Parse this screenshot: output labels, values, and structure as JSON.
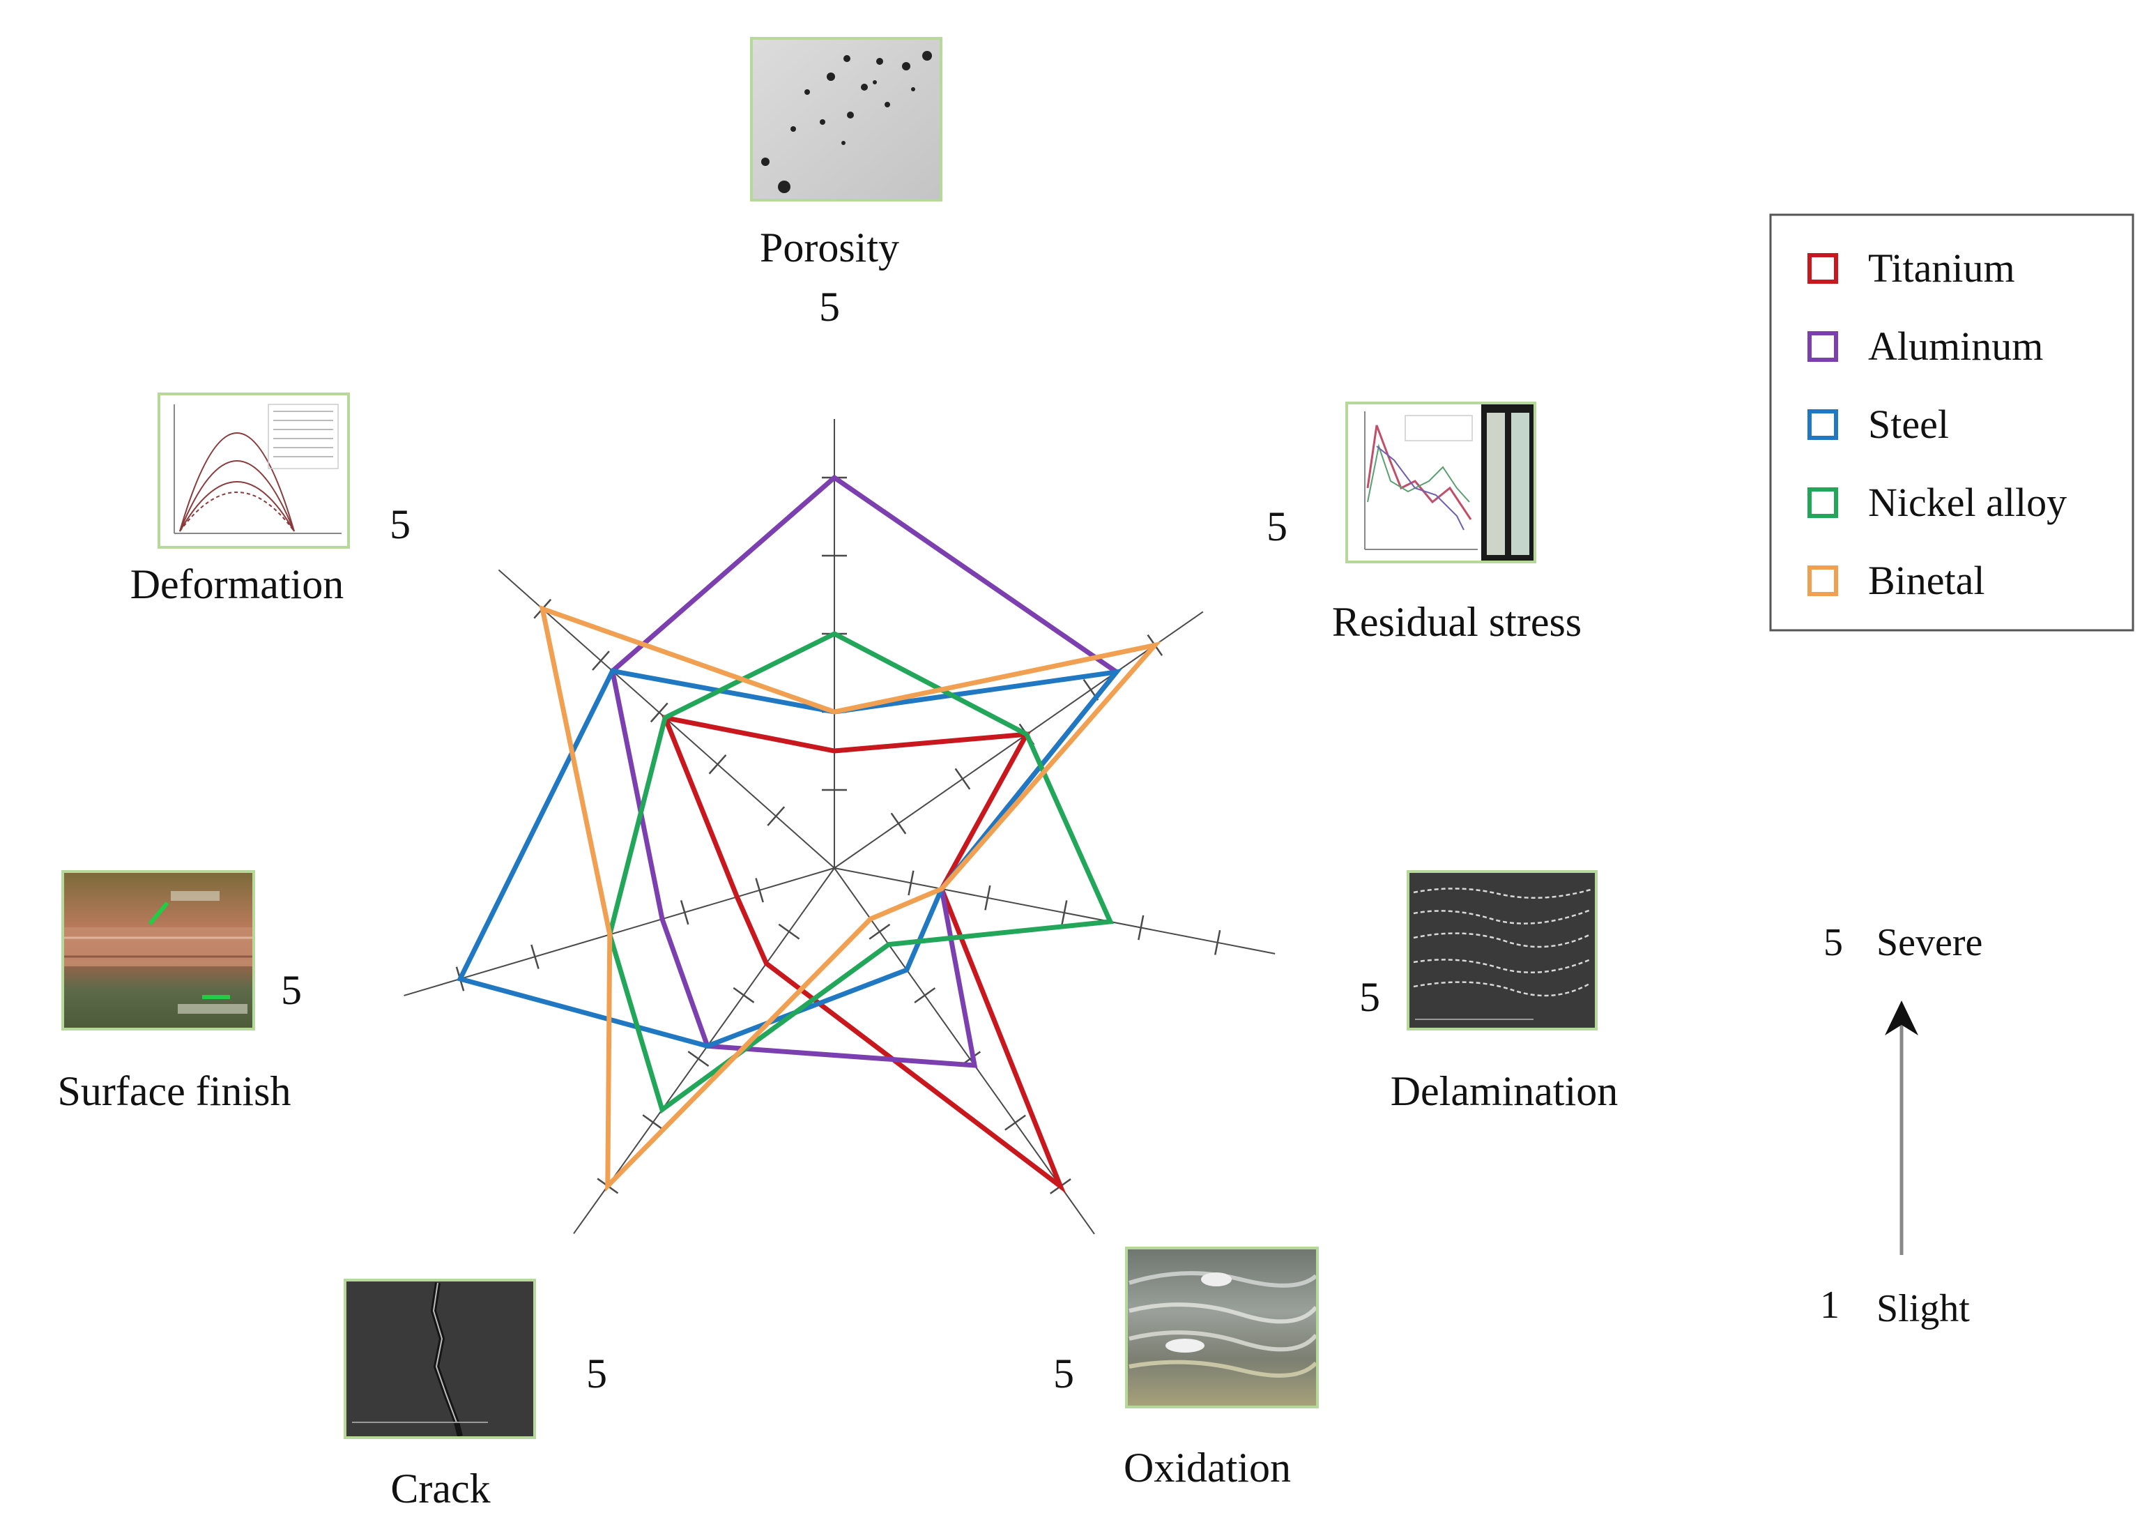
{
  "chart_data": {
    "type": "radar",
    "axes": [
      "Porosity",
      "Residual stress",
      "Delamination",
      "Oxidation",
      "Crack",
      "Surface finish",
      "Deformation"
    ],
    "axis_max_label": "5",
    "range": [
      0,
      5
    ],
    "series": [
      {
        "name": "Titanium",
        "color": "#c8181e",
        "values": [
          1.5,
          3.0,
          1.4,
          5.0,
          1.5,
          1.3,
          2.9
        ]
      },
      {
        "name": "Aluminum",
        "color": "#7b3fb0",
        "values": [
          5.0,
          4.4,
          1.4,
          3.1,
          2.8,
          2.3,
          3.8
        ]
      },
      {
        "name": "Steel",
        "color": "#1f78c1",
        "values": [
          2.0,
          4.4,
          1.4,
          1.6,
          2.8,
          5.0,
          3.8
        ]
      },
      {
        "name": "Nickel alloy",
        "color": "#22a65a",
        "values": [
          3.0,
          3.0,
          3.6,
          1.2,
          3.8,
          3.0,
          2.9
        ]
      },
      {
        "name": "Binetal",
        "color": "#f0a050",
        "values": [
          2.0,
          5.0,
          1.4,
          0.8,
          5.0,
          3.0,
          5.0
        ]
      }
    ],
    "severity_scale": {
      "top_value": "5",
      "top_label": "Severe",
      "bottom_value": "1",
      "bottom_label": "Slight"
    }
  }
}
